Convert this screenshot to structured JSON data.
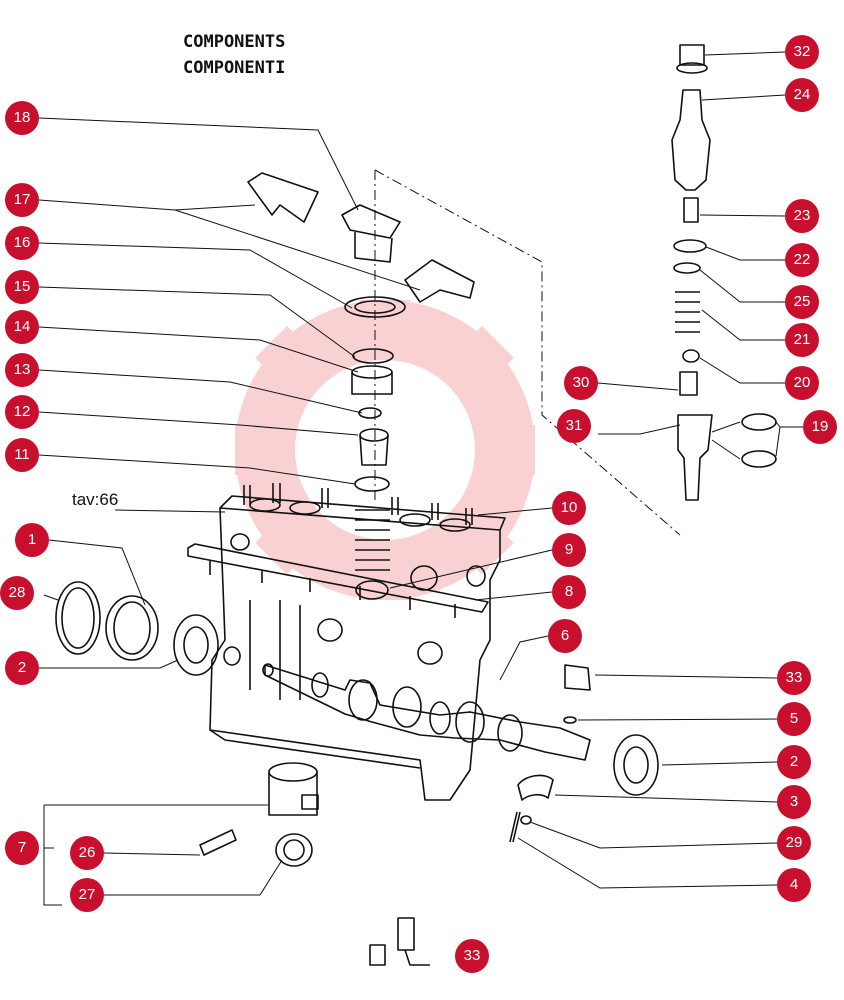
{
  "title_line1": "COMPONENTS",
  "title_line2": "COMPONENTI",
  "figure_ref": "tav:66",
  "colors": {
    "callout": "#c8102e",
    "line": "#111111",
    "watermark": "#f3b5b8"
  },
  "callouts": [
    {
      "id": "18",
      "part": "18"
    },
    {
      "id": "17",
      "part": "17"
    },
    {
      "id": "16",
      "part": "16"
    },
    {
      "id": "15",
      "part": "15"
    },
    {
      "id": "14",
      "part": "14"
    },
    {
      "id": "13",
      "part": "13"
    },
    {
      "id": "12",
      "part": "12"
    },
    {
      "id": "11",
      "part": "11"
    },
    {
      "id": "1",
      "part": "1"
    },
    {
      "id": "28",
      "part": "28"
    },
    {
      "id": "2a",
      "part": "2"
    },
    {
      "id": "7",
      "part": "7"
    },
    {
      "id": "26",
      "part": "26"
    },
    {
      "id": "27",
      "part": "27"
    },
    {
      "id": "32",
      "part": "32"
    },
    {
      "id": "24",
      "part": "24"
    },
    {
      "id": "23",
      "part": "23"
    },
    {
      "id": "22",
      "part": "22"
    },
    {
      "id": "25",
      "part": "25"
    },
    {
      "id": "21",
      "part": "21"
    },
    {
      "id": "20",
      "part": "20"
    },
    {
      "id": "30",
      "part": "30"
    },
    {
      "id": "31",
      "part": "31"
    },
    {
      "id": "19",
      "part": "19"
    },
    {
      "id": "10",
      "part": "10"
    },
    {
      "id": "9",
      "part": "9"
    },
    {
      "id": "8",
      "part": "8"
    },
    {
      "id": "6",
      "part": "6"
    },
    {
      "id": "33a",
      "part": "33"
    },
    {
      "id": "5",
      "part": "5"
    },
    {
      "id": "2b",
      "part": "2"
    },
    {
      "id": "3",
      "part": "3"
    },
    {
      "id": "29",
      "part": "29"
    },
    {
      "id": "4",
      "part": "4"
    },
    {
      "id": "33b",
      "part": "33"
    }
  ]
}
